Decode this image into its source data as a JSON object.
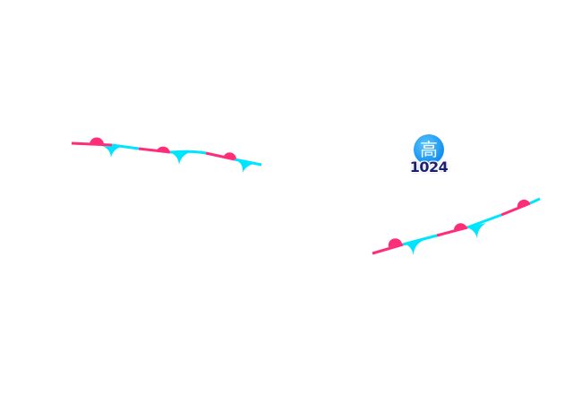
{
  "map": {
    "pressure_centers": [
      {
        "type_label": "高",
        "value": "1024"
      }
    ],
    "fronts": [
      {
        "type": "stationary",
        "warm_color": "#ff2d78",
        "cold_color": "#00e5ff"
      },
      {
        "type": "stationary",
        "warm_color": "#ff2d78",
        "cold_color": "#00e5ff"
      }
    ]
  }
}
